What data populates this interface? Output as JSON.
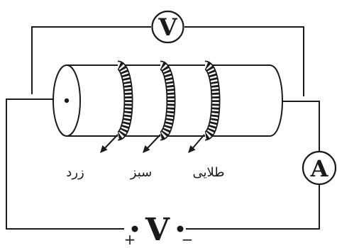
{
  "voltmeter": {
    "symbol": "V"
  },
  "ammeter": {
    "symbol": "A"
  },
  "source": {
    "symbol": "V",
    "plus": "+",
    "minus": "−"
  },
  "bands": [
    {
      "label": "زرد"
    },
    {
      "label": "سبز"
    },
    {
      "label": "طلایی"
    }
  ],
  "colors": {
    "line": "#1a1a1a",
    "background": "#ffffff"
  }
}
